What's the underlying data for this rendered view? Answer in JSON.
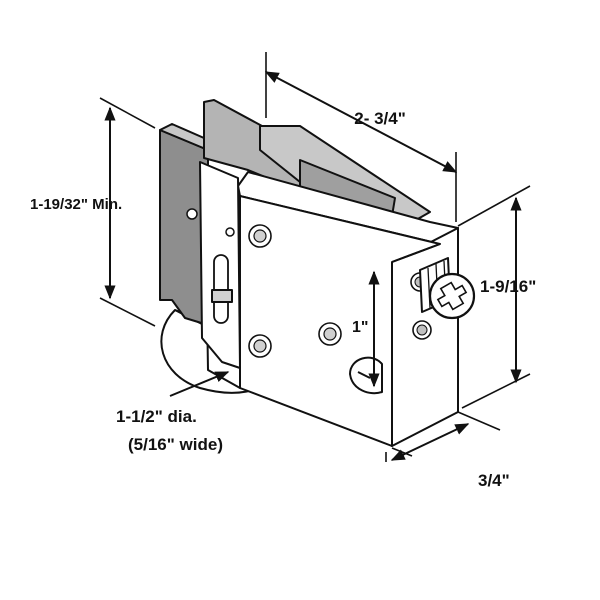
{
  "diagram": {
    "colors": {
      "line": "#111111",
      "plate_front": "#ffffff",
      "plate_shade": "#c8c8c8",
      "plate_dark": "#8e8e8e",
      "plate_mid": "#b4b4b4",
      "background": "#ffffff"
    },
    "labels": {
      "length": "2- 3/4\"",
      "min_height": "1-19/32\" Min.",
      "height": "1-9/16\"",
      "offset": "1\"",
      "wheel_dia": "1-1/2\" dia.",
      "wheel_width": "(5/16\" wide)",
      "depth": "3/4\""
    }
  }
}
